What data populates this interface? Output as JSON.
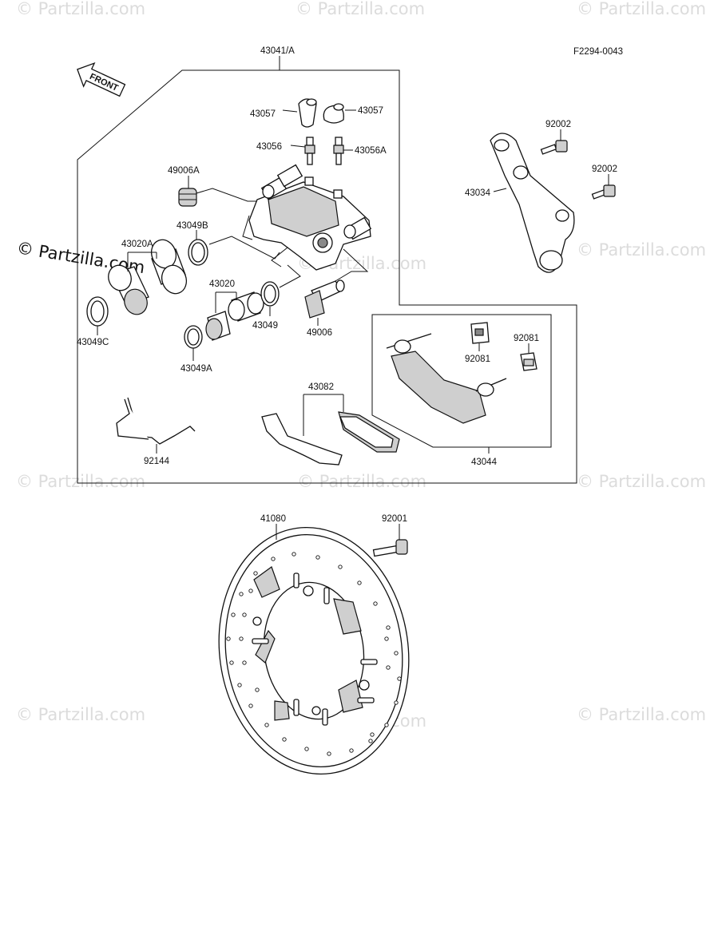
{
  "diagram": {
    "figure_code": "F2294-0043",
    "front_arrow_label": "FRONT",
    "labels": {
      "p43041A": "43041/A",
      "p43057_left": "43057",
      "p43057_right": "43057",
      "p43056": "43056",
      "p43056A": "43056A",
      "p49006A": "49006A",
      "p43049B": "43049B",
      "p43020A": "43020A",
      "p43020": "43020",
      "p43049": "43049",
      "p49006": "49006",
      "p43049C": "43049C",
      "p43049A": "43049A",
      "p92144": "92144",
      "p43082": "43082",
      "p92002_top": "92002",
      "p92002_mid": "92002",
      "p43034": "43034",
      "p92081_left": "92081",
      "p92081_right": "92081",
      "p43044": "43044",
      "p41080": "41080",
      "p92001": "92001"
    }
  },
  "watermark": {
    "text": "© Partzilla.com"
  }
}
